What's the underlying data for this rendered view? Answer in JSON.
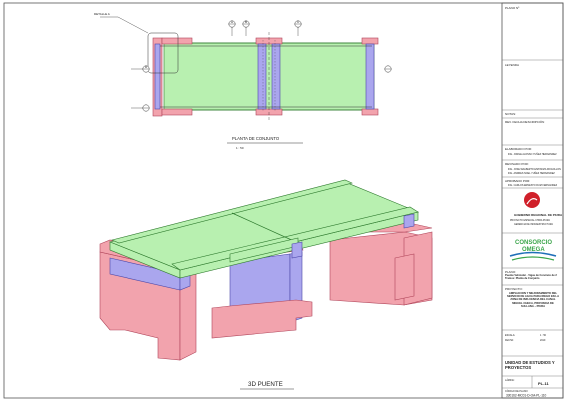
{
  "plan": {
    "title": "PLANTA DE CONJUNTO",
    "scale": "1 : 50",
    "callout": "DETALLE A",
    "markers": [
      "A",
      "B",
      "C",
      "D"
    ]
  },
  "view3d": {
    "title": "3D PUENTE"
  },
  "colors": {
    "deck": "#b8f0b0",
    "deck_edge": "#2e7a2e",
    "abutment": "#f2a3ad",
    "abutment_edge": "#b0455a",
    "pier": "#aaa6ee",
    "pier_edge": "#4b47a8",
    "stroke": "#333333",
    "logo_red": "#d0202a",
    "logo_green": "#3aa54a",
    "logo_blue": "#1f6fb8"
  },
  "titleblock": {
    "plano_label": "PLANO Nº",
    "leyenda_label": "LEYENDA",
    "notas_label": "NOTAS:",
    "rev_label": "REV.  FECHA  DESCRIPCIÓN",
    "elaborado_label": "ELABORADO POR:",
    "elaborado_value": "ING. JORGE ALONSO YUÑEZ HERNANDEZ",
    "revisado_label": "REVISADO POR:",
    "revisado_value": "ING. JOSE WALBERTO ESPINOZA MOGOLLON",
    "revisado_value_2": "ING. ANDRES NOEL YUÑEZ HERNANDEZ",
    "aprobado_label": "APROBADO POR:",
    "aprobado_value": "ING. CARLOS ERNESTO RUIZ FERNANDEZ",
    "client_name": "GOBIERNO REGIONAL DE PIURA",
    "client_sub_1": "PROYECTO ESPECIAL CHIRA PIURA",
    "client_sub_2": "GERENCIA DE INFRAESTRUCTURA",
    "consortium_line1": "CONSORCIO",
    "consortium_line2": "OMEGA",
    "plano_title_label": "PLANO:",
    "plano_title_value": "Puente Vehicular - Vigas de Concreto de 2 Tramos: Planta de Conjunto",
    "proyecto_label": "PROYECTO:",
    "proyecto_value": "AMPLIACIÓN Y MEJORAMIENTO DEL SERVICIO DE AGUA PARA RIEGO EN LA ZONA DE INFLUENCIA DEL CANAL MIGUEL CHECA, PROVINCIA DE SULLANA – PIURA",
    "escala_label": "ESCALA:",
    "escala_value": "1 : 50",
    "fecha_label": "FECHA:",
    "fecha_value": "2019",
    "lamina_label": "LÁMINA:",
    "lamina_value": "PL-11",
    "unidad": "UNIDAD DE ESTUDIOS Y PROYECTOS",
    "codigo_label": "CÓDIGO DE PLANO:",
    "codigo_value": "330162-MC01-D-OA-PL-110"
  }
}
